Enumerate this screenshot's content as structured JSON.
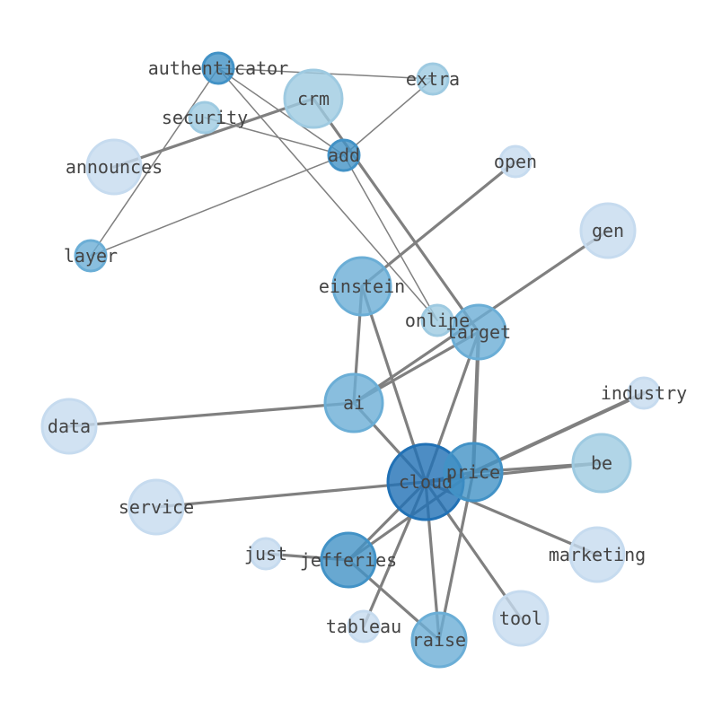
{
  "palette": {
    "edge": "#808080",
    "label": "#444444",
    "levels": [
      "#c6dbef",
      "#9ecae1",
      "#6baed6",
      "#4292c6",
      "#2171b5"
    ]
  },
  "nodes": [
    {
      "id": "cloud",
      "label": "cloud",
      "level": 4,
      "size": 5
    },
    {
      "id": "price",
      "label": "price",
      "level": 3,
      "size": 4
    },
    {
      "id": "be",
      "label": "be",
      "level": 1,
      "size": 4
    },
    {
      "id": "ai",
      "label": "ai",
      "level": 2,
      "size": 4
    },
    {
      "id": "einstein",
      "label": "einstein",
      "level": 2,
      "size": 4
    },
    {
      "id": "target",
      "label": "target",
      "level": 2,
      "size": 3
    },
    {
      "id": "data",
      "label": "data",
      "level": 0,
      "size": 3
    },
    {
      "id": "crm",
      "label": "crm",
      "level": 1,
      "size": 4
    },
    {
      "id": "jefferies",
      "label": "jefferies",
      "level": 3,
      "size": 3
    },
    {
      "id": "raise",
      "label": "raise",
      "level": 2,
      "size": 3
    },
    {
      "id": "marketing",
      "label": "marketing",
      "level": 0,
      "size": 3
    },
    {
      "id": "tool",
      "label": "tool",
      "level": 0,
      "size": 3
    },
    {
      "id": "service",
      "label": "service",
      "level": 0,
      "size": 3
    },
    {
      "id": "gen",
      "label": "gen",
      "level": 0,
      "size": 3
    },
    {
      "id": "announces",
      "label": "announces",
      "level": 0,
      "size": 3
    },
    {
      "id": "authenticator",
      "label": "authenticator",
      "level": 3,
      "size": 2
    },
    {
      "id": "add",
      "label": "add",
      "level": 3,
      "size": 2
    },
    {
      "id": "extra",
      "label": "extra",
      "level": 1,
      "size": 2
    },
    {
      "id": "security",
      "label": "security",
      "level": 1,
      "size": 2
    },
    {
      "id": "layer",
      "label": "layer",
      "level": 2,
      "size": 2
    },
    {
      "id": "online",
      "label": "online",
      "level": 1,
      "size": 2
    },
    {
      "id": "open",
      "label": "open",
      "level": 0,
      "size": 2
    },
    {
      "id": "industry",
      "label": "industry",
      "level": 0,
      "size": 2
    },
    {
      "id": "just",
      "label": "just",
      "level": 0,
      "size": 2
    },
    {
      "id": "tableau",
      "label": "tableau",
      "level": 0,
      "size": 2
    }
  ],
  "edges": [
    {
      "source": "cloud",
      "target": "price",
      "weight": 3
    },
    {
      "source": "cloud",
      "target": "be",
      "weight": 3
    },
    {
      "source": "cloud",
      "target": "ai",
      "weight": 3
    },
    {
      "source": "cloud",
      "target": "einstein",
      "weight": 3
    },
    {
      "source": "cloud",
      "target": "target",
      "weight": 3
    },
    {
      "source": "cloud",
      "target": "service",
      "weight": 3
    },
    {
      "source": "cloud",
      "target": "jefferies",
      "weight": 3
    },
    {
      "source": "cloud",
      "target": "raise",
      "weight": 3
    },
    {
      "source": "cloud",
      "target": "marketing",
      "weight": 3
    },
    {
      "source": "cloud",
      "target": "tool",
      "weight": 3
    },
    {
      "source": "cloud",
      "target": "tableau",
      "weight": 3
    },
    {
      "source": "price",
      "target": "be",
      "weight": 3
    },
    {
      "source": "price",
      "target": "industry",
      "weight": 4
    },
    {
      "source": "price",
      "target": "jefferies",
      "weight": 3
    },
    {
      "source": "price",
      "target": "raise",
      "weight": 3
    },
    {
      "source": "target",
      "target": "price",
      "weight": 4
    },
    {
      "source": "target",
      "target": "crm",
      "weight": 3
    },
    {
      "source": "target",
      "target": "ai",
      "weight": 3
    },
    {
      "source": "ai",
      "target": "data",
      "weight": 3
    },
    {
      "source": "ai",
      "target": "einstein",
      "weight": 3
    },
    {
      "source": "ai",
      "target": "gen",
      "weight": 3
    },
    {
      "source": "einstein",
      "target": "open",
      "weight": 3
    },
    {
      "source": "jefferies",
      "target": "just",
      "weight": 3
    },
    {
      "source": "jefferies",
      "target": "raise",
      "weight": 3
    },
    {
      "source": "crm",
      "target": "announces",
      "weight": 3
    },
    {
      "source": "authenticator",
      "target": "extra",
      "weight": 1
    },
    {
      "source": "authenticator",
      "target": "add",
      "weight": 1
    },
    {
      "source": "authenticator",
      "target": "layer",
      "weight": 1
    },
    {
      "source": "authenticator",
      "target": "online",
      "weight": 1
    },
    {
      "source": "security",
      "target": "add",
      "weight": 1
    },
    {
      "source": "add",
      "target": "extra",
      "weight": 1
    },
    {
      "source": "add",
      "target": "layer",
      "weight": 1
    },
    {
      "source": "add",
      "target": "online",
      "weight": 1
    }
  ]
}
